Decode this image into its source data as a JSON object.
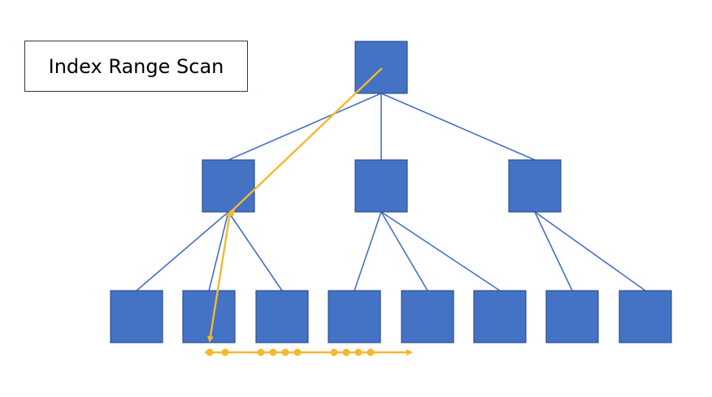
{
  "title": "Index Range Scan",
  "colors": {
    "node_fill": "#4472c4",
    "node_stroke": "#2f528f",
    "edge": "#4472c4",
    "scan_path": "#f5b82e",
    "title_border": "#2f3b52"
  },
  "tree": {
    "levels": [
      {
        "level": "root",
        "node_count": 1
      },
      {
        "level": "branch",
        "node_count": 3
      },
      {
        "level": "leaf",
        "node_count": 8
      }
    ],
    "children": {
      "root": [
        0,
        1,
        2
      ],
      "branch-0": [
        0,
        1,
        2
      ],
      "branch-1": [
        3,
        4,
        5
      ],
      "branch-2": [
        6,
        7
      ]
    }
  },
  "scan": {
    "descent_path": [
      "root",
      "branch-0",
      "leaf-1"
    ],
    "leaf_scan_dot_count": 10,
    "direction": "right"
  }
}
